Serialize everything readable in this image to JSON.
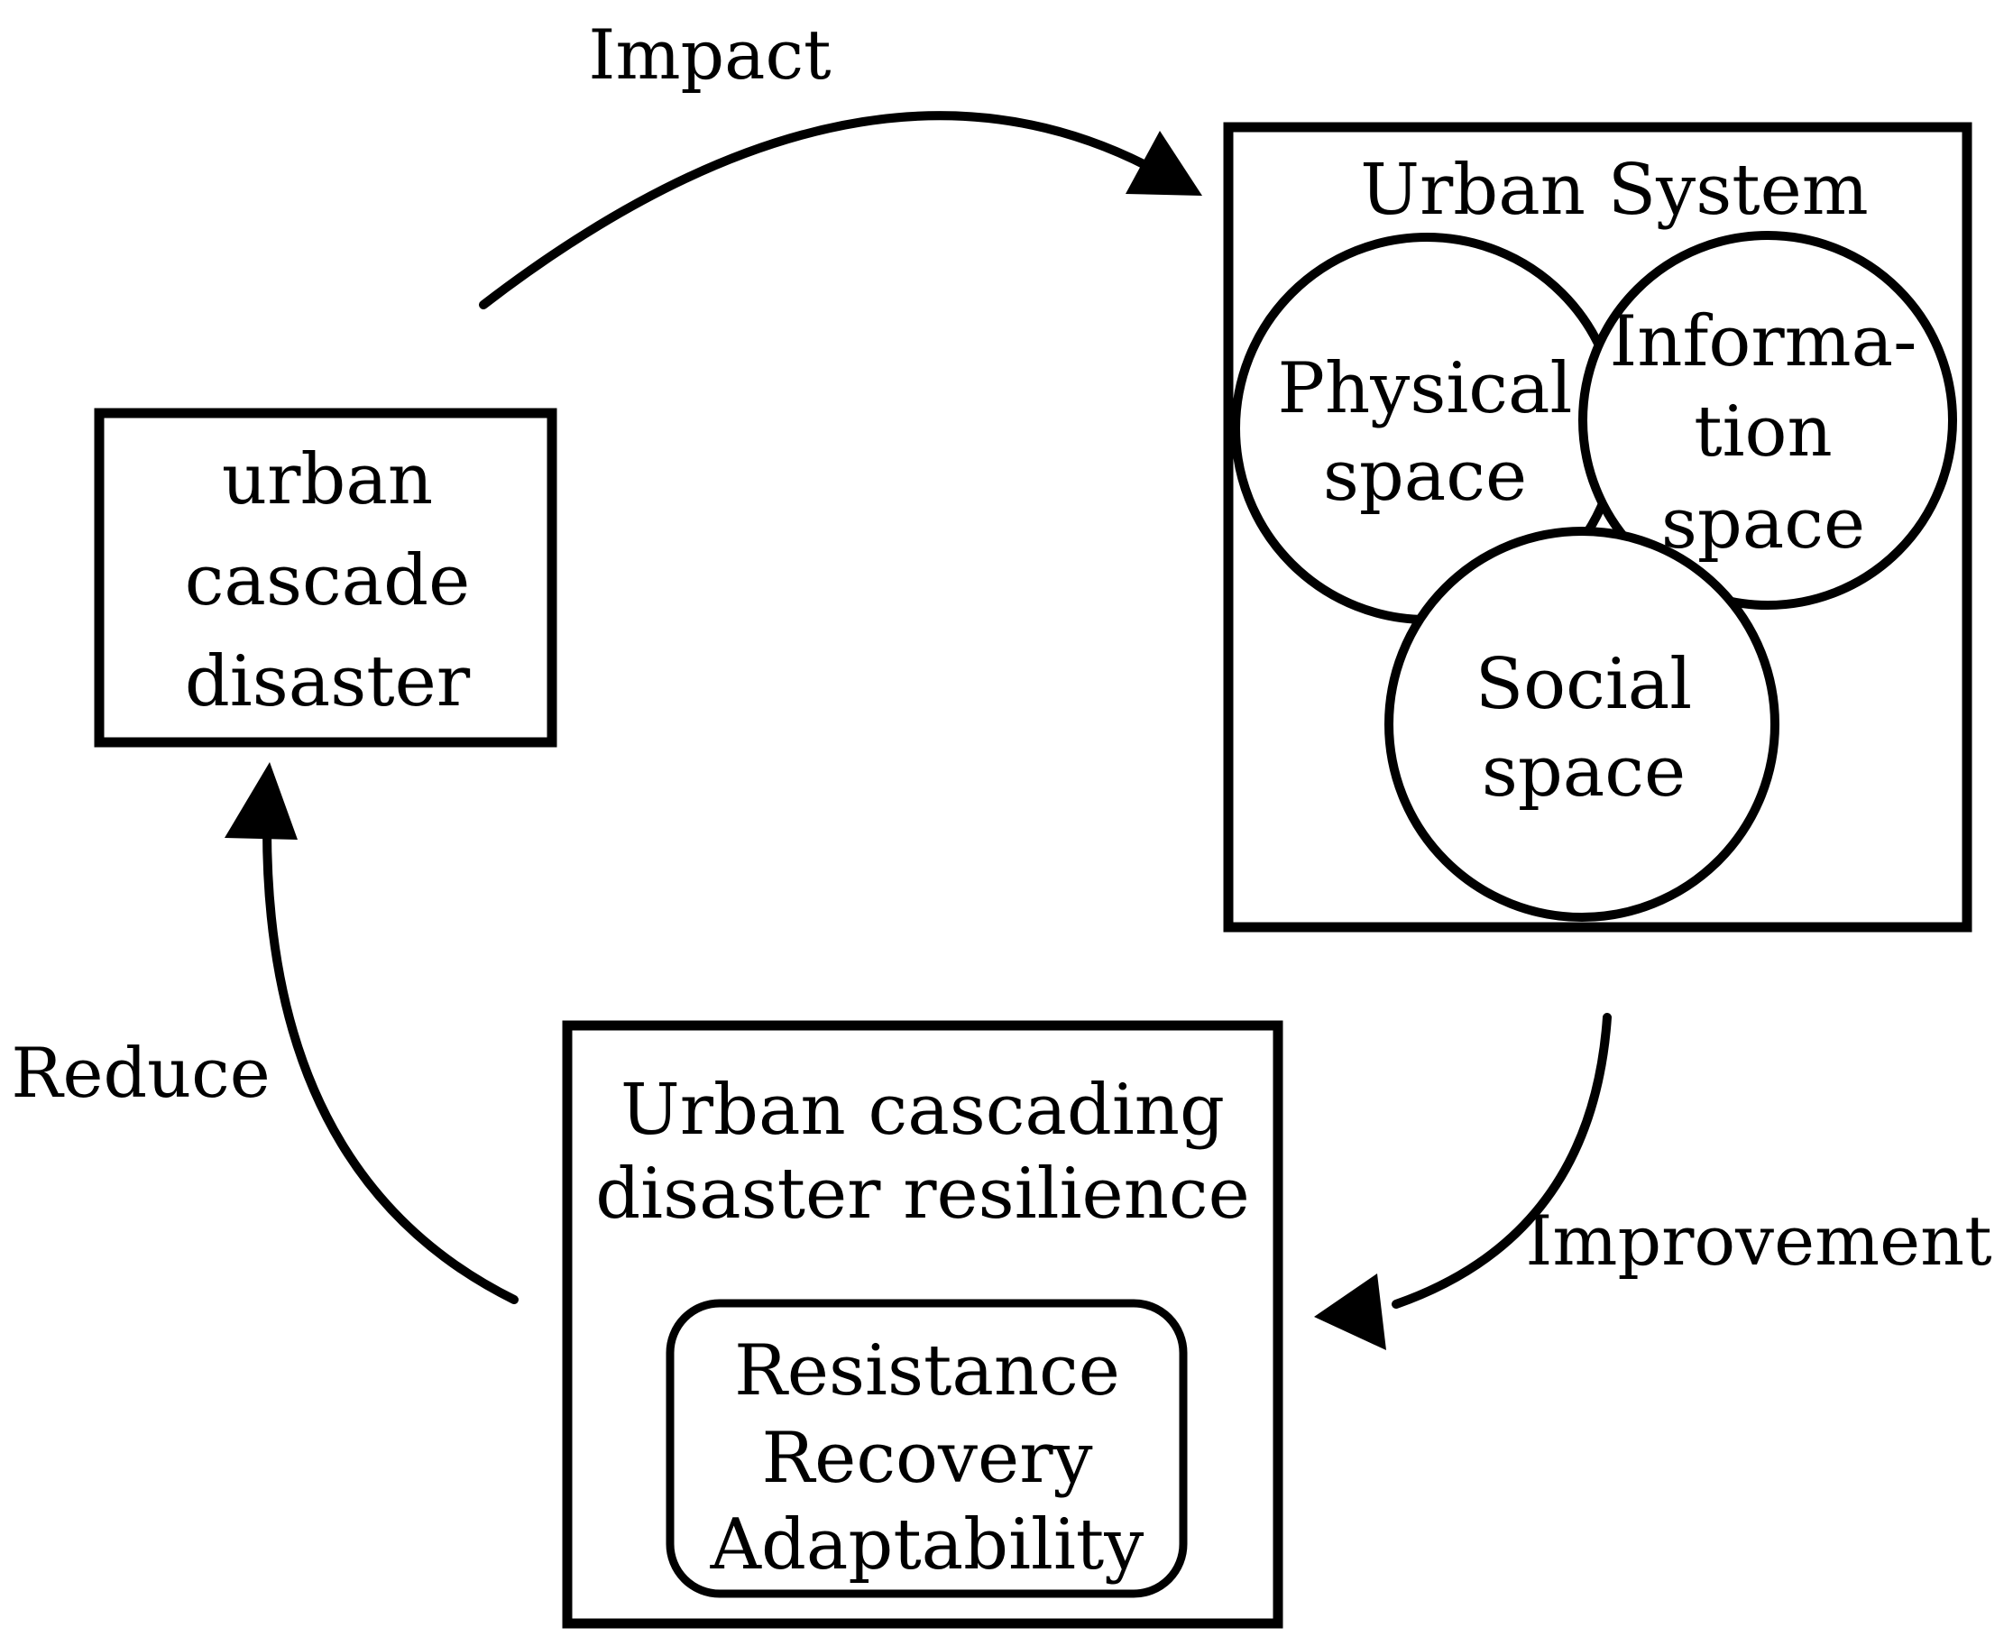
{
  "labels": {
    "impact": "Impact",
    "reduce": "Reduce",
    "improvement": "Improvement"
  },
  "disaster_box": {
    "line1": "urban",
    "line2": "cascade",
    "line3": "disaster"
  },
  "urban_system": {
    "title": "Urban System",
    "physical": {
      "line1": "Physical",
      "line2": "space"
    },
    "information": {
      "line1": "Informa-",
      "line2": "tion",
      "line3": "space"
    },
    "social": {
      "line1": "Social",
      "line2": "space"
    }
  },
  "resilience_box": {
    "title_line1": "Urban cascading",
    "title_line2": "disaster resilience",
    "capabilities": [
      "Resistance",
      "Recovery",
      "Adaptability"
    ]
  },
  "colors": {
    "stroke": "#000000",
    "background": "#ffffff"
  }
}
